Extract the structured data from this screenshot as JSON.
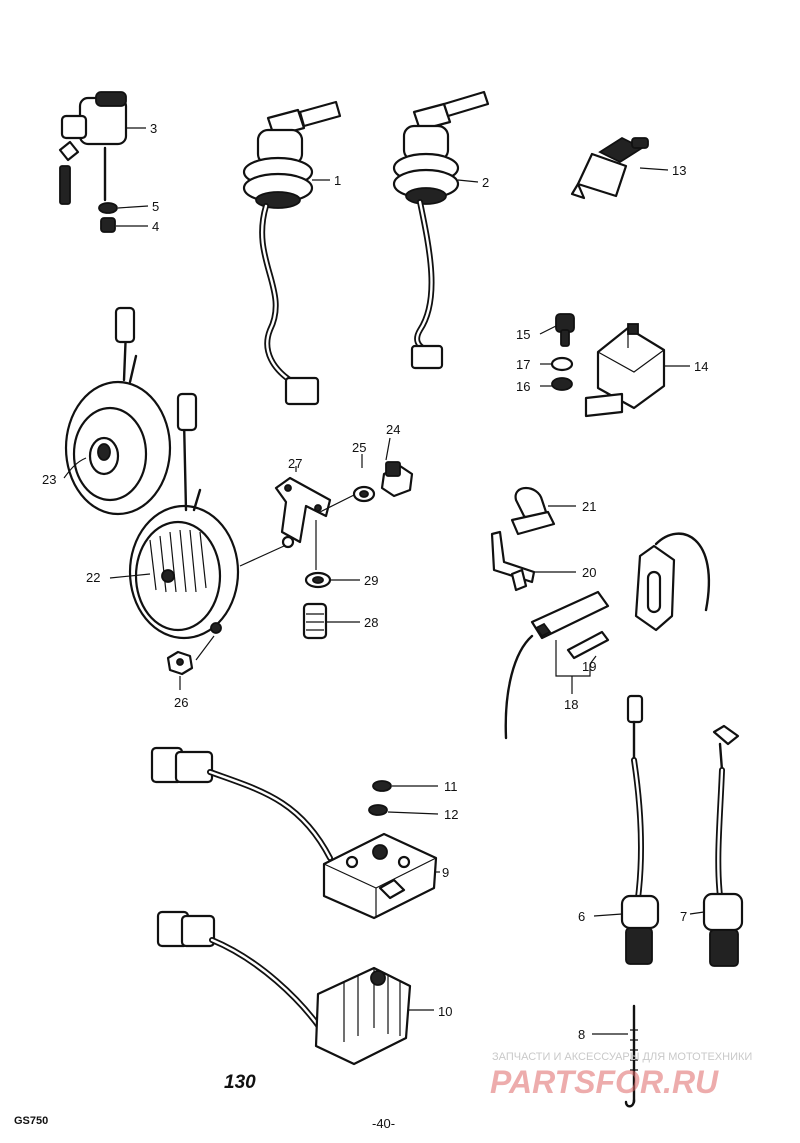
{
  "callouts": [
    {
      "id": "c1",
      "text": "1"
    },
    {
      "id": "c2",
      "text": "2"
    },
    {
      "id": "c3",
      "text": "3"
    },
    {
      "id": "c4",
      "text": "4"
    },
    {
      "id": "c5",
      "text": "5"
    },
    {
      "id": "c6",
      "text": "6"
    },
    {
      "id": "c7",
      "text": "7"
    },
    {
      "id": "c8",
      "text": "8"
    },
    {
      "id": "c9",
      "text": "9"
    },
    {
      "id": "c10",
      "text": "10"
    },
    {
      "id": "c11",
      "text": "11"
    },
    {
      "id": "c12",
      "text": "12"
    },
    {
      "id": "c13",
      "text": "13"
    },
    {
      "id": "c14",
      "text": "14"
    },
    {
      "id": "c15",
      "text": "15"
    },
    {
      "id": "c16",
      "text": "16"
    },
    {
      "id": "c17",
      "text": "17"
    },
    {
      "id": "c18",
      "text": "18"
    },
    {
      "id": "c19",
      "text": "19"
    },
    {
      "id": "c20",
      "text": "20"
    },
    {
      "id": "c21",
      "text": "21"
    },
    {
      "id": "c22",
      "text": "22"
    },
    {
      "id": "c23",
      "text": "23"
    },
    {
      "id": "c24",
      "text": "24"
    },
    {
      "id": "c25",
      "text": "25"
    },
    {
      "id": "c26",
      "text": "26"
    },
    {
      "id": "c27",
      "text": "27"
    },
    {
      "id": "c28",
      "text": "28"
    },
    {
      "id": "c29",
      "text": "29"
    }
  ],
  "figure_number": "130",
  "page_number": "-40-",
  "corner_code": "GS750",
  "watermark": {
    "tagline": "ЗАПЧАСТИ И АКСЕССУАРЫ ДЛЯ МОТОТЕХНИКИ",
    "brand": "PARTSFOR.RU",
    "brand_color": "#e06a6a"
  }
}
